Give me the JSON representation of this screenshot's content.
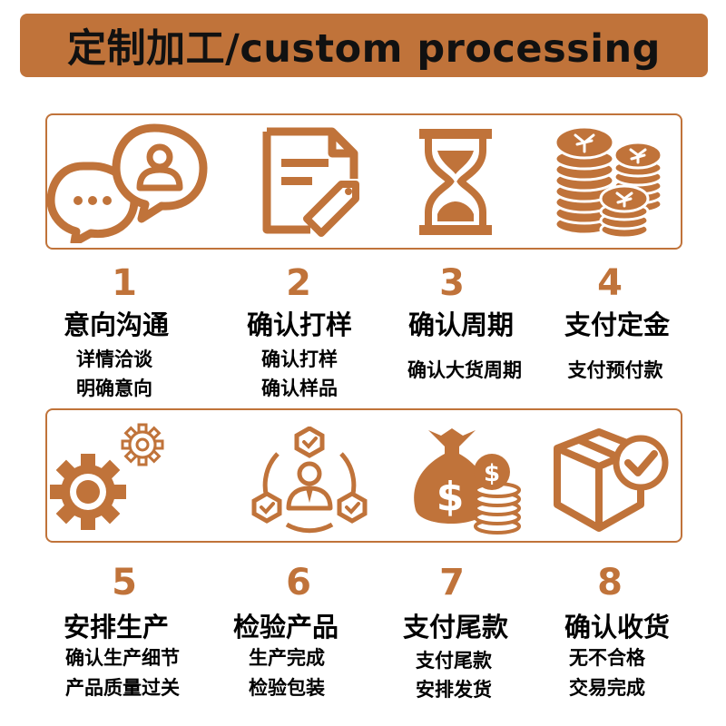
{
  "header": {
    "title": "定制加工/custom processing"
  },
  "colors": {
    "accent": "#c0733a",
    "text": "#000000",
    "background": "#ffffff"
  },
  "steps": [
    {
      "num": "1",
      "title": "意向沟通",
      "lines": [
        "详情洽谈",
        "明确意向"
      ],
      "icon": "chat-user-icon"
    },
    {
      "num": "2",
      "title": "确认打样",
      "lines": [
        "确认打样",
        "确认样品"
      ],
      "icon": "document-tag-icon"
    },
    {
      "num": "3",
      "title": "确认周期",
      "lines": [
        "确认大货周期"
      ],
      "icon": "hourglass-icon"
    },
    {
      "num": "4",
      "title": "支付定金",
      "lines": [
        "支付预付款"
      ],
      "icon": "coins-stack-icon"
    },
    {
      "num": "5",
      "title": "安排生产",
      "lines": [
        "确认生产细节",
        "产品质量过关"
      ],
      "icon": "gears-icon"
    },
    {
      "num": "6",
      "title": "检验产品",
      "lines": [
        "生产完成",
        "检验包装"
      ],
      "icon": "inspection-person-icon"
    },
    {
      "num": "7",
      "title": "支付尾款",
      "lines": [
        "支付尾款",
        "安排发货"
      ],
      "icon": "money-bag-icon"
    },
    {
      "num": "8",
      "title": "确认收货",
      "lines": [
        "无不合格",
        "交易完成"
      ],
      "icon": "box-check-icon"
    }
  ]
}
